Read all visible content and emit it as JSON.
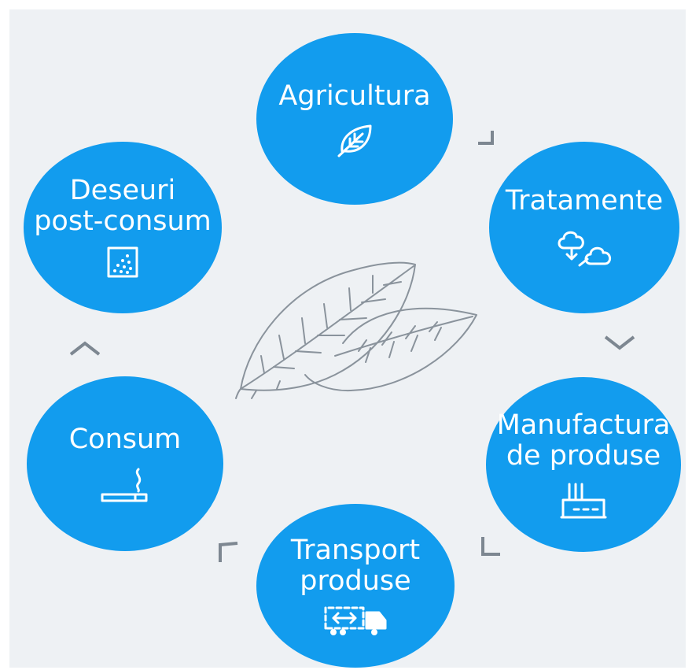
{
  "diagram": {
    "colors": {
      "node_fill": "#129cee",
      "panel_background": "#eef1f4",
      "arrow_color": "#7d8791",
      "text_color": "#ffffff"
    },
    "nodes": [
      {
        "id": "agricultura",
        "label": "Agricultura",
        "icon": "leaf-icon"
      },
      {
        "id": "tratamente",
        "label": "Tratamente",
        "icon": "clouds-icon"
      },
      {
        "id": "manufactura",
        "label_line1": "Manufactura",
        "label_line2": "de produse",
        "icon": "factory-icon"
      },
      {
        "id": "transport",
        "label_line1": "Transport",
        "label_line2": "produse",
        "icon": "delivery-truck-icon"
      },
      {
        "id": "consum",
        "label": "Consum",
        "icon": "cigarette-icon"
      },
      {
        "id": "deseuri",
        "label_line1": "Deseuri",
        "label_line2": "post-consum",
        "icon": "waste-bin-icon"
      }
    ],
    "center_illustration": "tobacco-leaves-icon"
  }
}
